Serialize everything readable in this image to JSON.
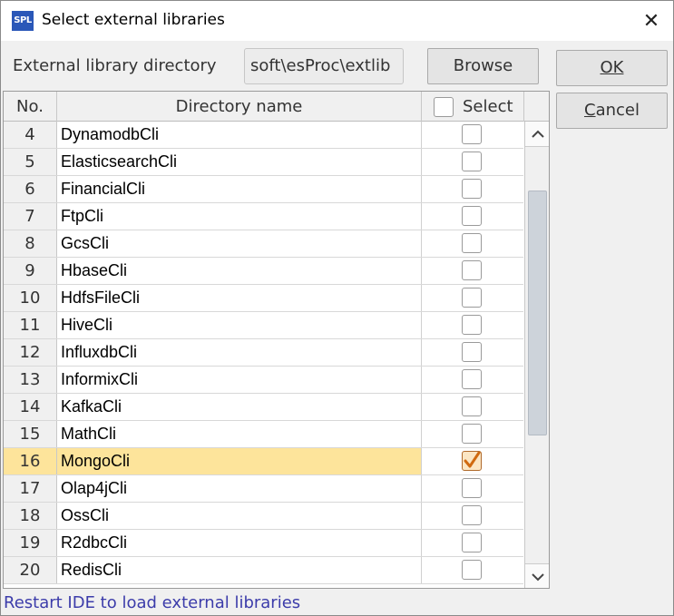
{
  "window": {
    "icon_text": "SPL",
    "title": "Select external libraries",
    "close_glyph": "✕"
  },
  "directory": {
    "label": "External library directory",
    "value": "soft\\esProc\\extlib",
    "browse_label": "Browse"
  },
  "buttons": {
    "ok_label": "OK",
    "cancel_label": "Cancel"
  },
  "table": {
    "headers": {
      "no": "No.",
      "name": "Directory name",
      "select": "Select"
    },
    "rows": [
      {
        "no": "4",
        "name": "DynamodbCli",
        "checked": false
      },
      {
        "no": "5",
        "name": "ElasticsearchCli",
        "checked": false
      },
      {
        "no": "6",
        "name": "FinancialCli",
        "checked": false
      },
      {
        "no": "7",
        "name": "FtpCli",
        "checked": false
      },
      {
        "no": "8",
        "name": "GcsCli",
        "checked": false
      },
      {
        "no": "9",
        "name": "HbaseCli",
        "checked": false
      },
      {
        "no": "10",
        "name": "HdfsFileCli",
        "checked": false
      },
      {
        "no": "11",
        "name": "HiveCli",
        "checked": false
      },
      {
        "no": "12",
        "name": "InfluxdbCli",
        "checked": false
      },
      {
        "no": "13",
        "name": "InformixCli",
        "checked": false
      },
      {
        "no": "14",
        "name": "KafkaCli",
        "checked": false
      },
      {
        "no": "15",
        "name": "MathCli",
        "checked": false
      },
      {
        "no": "16",
        "name": "MongoCli",
        "checked": true,
        "selected": true
      },
      {
        "no": "17",
        "name": "Olap4jCli",
        "checked": false
      },
      {
        "no": "18",
        "name": "OssCli",
        "checked": false
      },
      {
        "no": "19",
        "name": "R2dbcCli",
        "checked": false
      },
      {
        "no": "20",
        "name": "RedisCli",
        "checked": false
      }
    ]
  },
  "status": {
    "message": "Restart IDE to load external libraries"
  },
  "colors": {
    "selected_row": "#fde49b",
    "status_text": "#3c3caa",
    "icon_bg": "#2a57b8"
  }
}
